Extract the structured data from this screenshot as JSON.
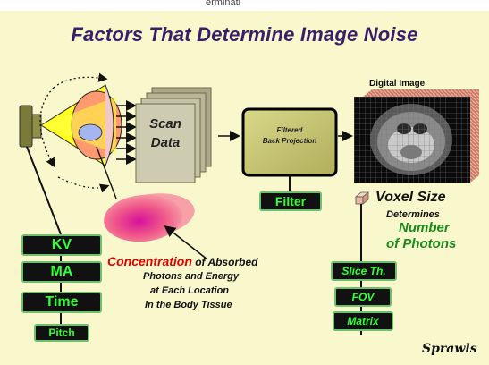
{
  "top_strip_text": "erminati",
  "title": "Factors That Determine Image Noise",
  "digital_image_label": "Digital Image",
  "scan_data": {
    "line1": "Scan",
    "line2": "Data"
  },
  "filter_box": {
    "line1": "Filtered",
    "line2": "Back Projection"
  },
  "filter_label": "Filter",
  "voxel": {
    "title": "Voxel Size",
    "determines": "Determines",
    "number": "Number",
    "photons": "of Photons"
  },
  "concentration": {
    "word": "Concentration",
    "rest1": " of Absorbed",
    "line2": "Photons and Energy",
    "line3": "at Each Location",
    "line4": "In the Body Tissue"
  },
  "left_labels": [
    "KV",
    "MA",
    "Time",
    "Pitch"
  ],
  "right_labels": [
    "Slice Th.",
    "FOV",
    "Matrix"
  ],
  "signature": "Sprawls",
  "colors": {
    "background": "#f8f8cc",
    "title": "#3b1e6b",
    "green_text": "#33ff33",
    "box_border": "#6dc06d",
    "concentration_red": "#e00000",
    "photons_green": "#1a8a1a"
  }
}
